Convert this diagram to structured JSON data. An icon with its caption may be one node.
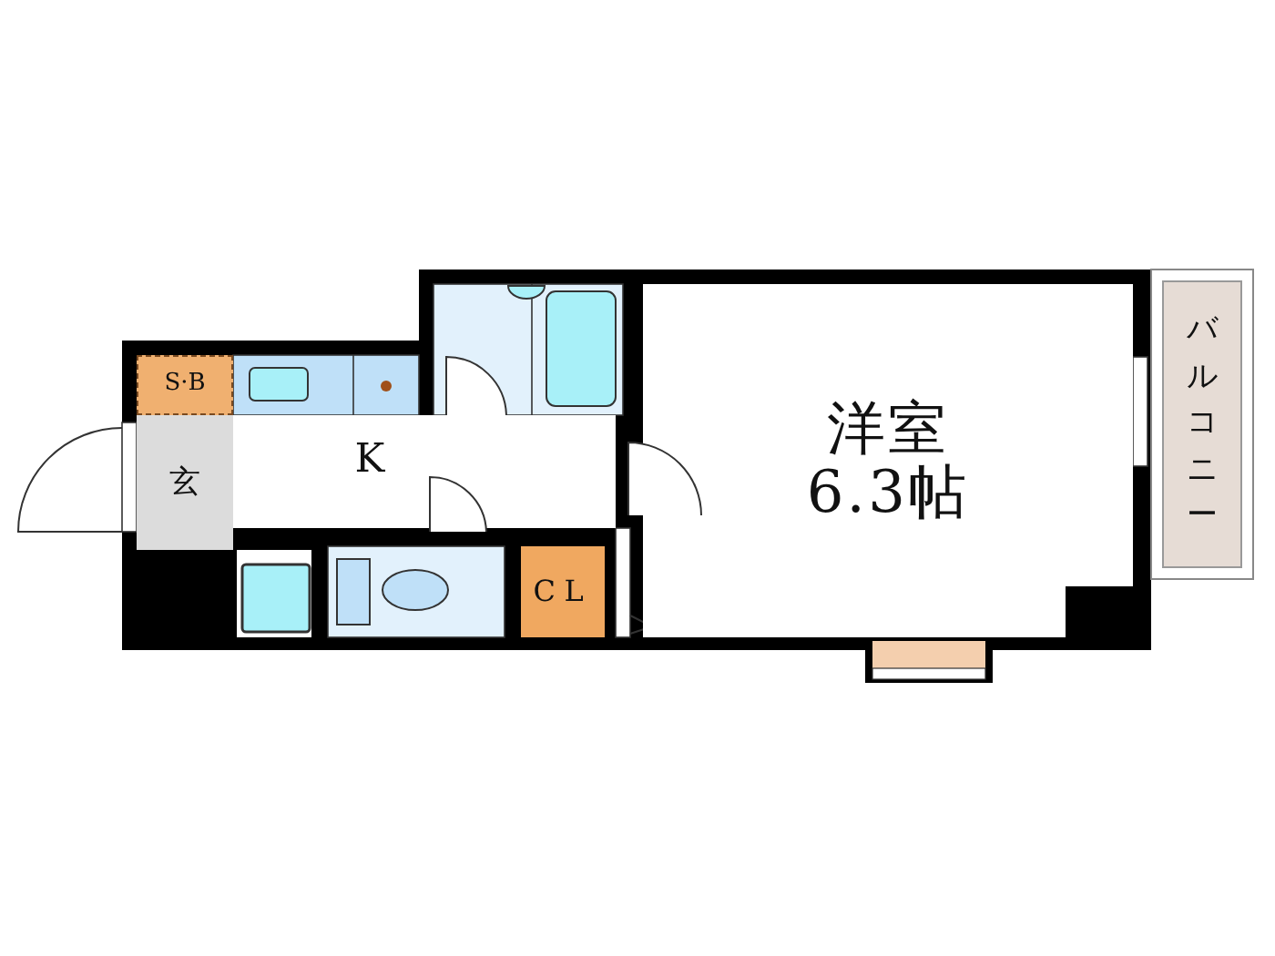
{
  "diagram": {
    "nodes": [
      {
        "text": [
          "S·B"
        ]
      },
      {
        "text": [
          "玄"
        ]
      },
      {
        "text": [
          "K"
        ]
      },
      {
        "text": [
          "CL"
        ]
      },
      {
        "text": [
          "洋室",
          "6.3帖"
        ]
      },
      {
        "text": [
          "バルコニー"
        ]
      }
    ]
  }
}
